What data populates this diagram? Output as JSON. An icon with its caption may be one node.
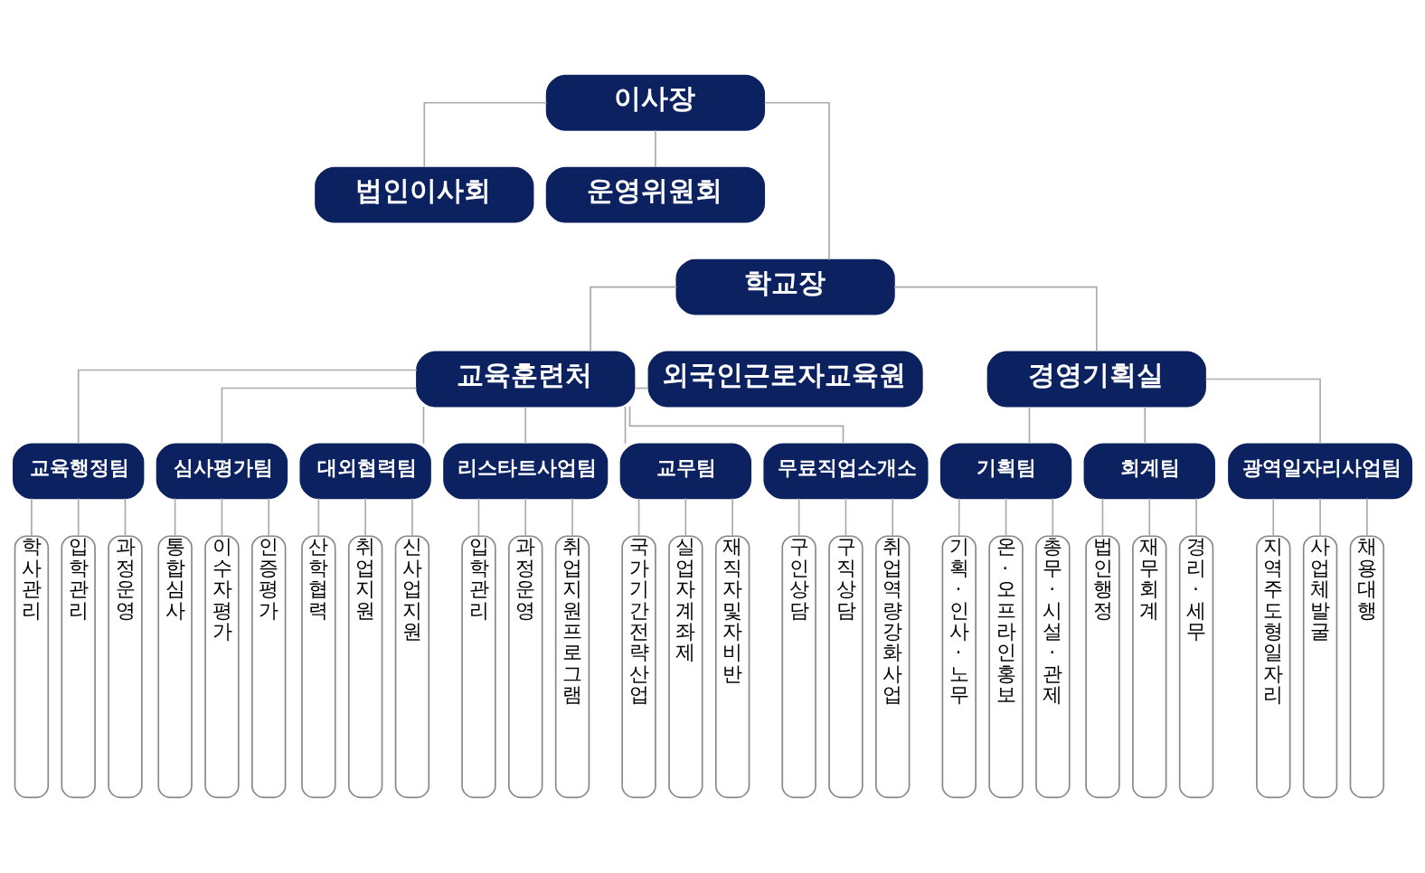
{
  "diagram": {
    "nodes": [
      {
        "text": [
          "이사장"
        ]
      },
      {
        "text": [
          "법인이사회"
        ]
      },
      {
        "text": [
          "운영위원회"
        ]
      },
      {
        "text": [
          "학교장"
        ]
      },
      {
        "text": [
          "외국인근로자교육원"
        ]
      },
      {
        "text": [
          "교육훈련처"
        ]
      },
      {
        "text": [
          "경영기획실"
        ]
      },
      {
        "text": [
          "교육행정팀"
        ]
      },
      {
        "text": [
          "심사평가팀"
        ]
      },
      {
        "text": [
          "대외협력팀"
        ]
      },
      {
        "text": [
          "리스타트사업팀"
        ]
      },
      {
        "text": [
          "교무팀"
        ]
      },
      {
        "text": [
          "무료직업소개소"
        ]
      },
      {
        "text": [
          "기획팀"
        ]
      },
      {
        "text": [
          "회계팀"
        ]
      },
      {
        "text": [
          "광역일자리사업팀"
        ]
      },
      {
        "text": [
          "학사관리"
        ]
      },
      {
        "text": [
          "입학관리"
        ]
      },
      {
        "text": [
          "과정운영"
        ]
      },
      {
        "text": [
          "통합심사"
        ]
      },
      {
        "text": [
          "이수자평가"
        ]
      },
      {
        "text": [
          "인증평가"
        ]
      },
      {
        "text": [
          "산학협력"
        ]
      },
      {
        "text": [
          "취업지원"
        ]
      },
      {
        "text": [
          "신사업지원"
        ]
      },
      {
        "text": [
          "입학관리"
        ]
      },
      {
        "text": [
          "과정운영"
        ]
      },
      {
        "text": [
          "취업지원프로그램"
        ]
      },
      {
        "text": [
          "국가기간전략산업"
        ]
      },
      {
        "text": [
          "실업자계좌제"
        ]
      },
      {
        "text": [
          "재직자및자비반"
        ]
      },
      {
        "text": [
          "구인상담"
        ]
      },
      {
        "text": [
          "구직상담"
        ]
      },
      {
        "text": [
          "취업역량강화사업"
        ]
      },
      {
        "text": [
          "기획·인사·노무"
        ]
      },
      {
        "text": [
          "온·오프라인홍보"
        ]
      },
      {
        "text": [
          "총무·시설·관제"
        ]
      },
      {
        "text": [
          "법인행정"
        ]
      },
      {
        "text": [
          "재무회계"
        ]
      },
      {
        "text": [
          "경리·세무"
        ]
      },
      {
        "text": [
          "지역주도형일자리"
        ]
      },
      {
        "text": [
          "사업체발굴"
        ]
      },
      {
        "text": [
          "채용대행"
        ]
      }
    ],
    "edges": [
      {
        "from": 0,
        "to": 1,
        "arrow": "none"
      },
      {
        "from": 0,
        "to": 2,
        "arrow": "none"
      },
      {
        "from": 0,
        "to": 3,
        "arrow": "none"
      },
      {
        "from": 3,
        "to": 5,
        "arrow": "none"
      },
      {
        "from": 3,
        "to": 6,
        "arrow": "none"
      },
      {
        "from": 5,
        "to": 4,
        "arrow": "none"
      },
      {
        "from": 5,
        "to": 7,
        "arrow": "none"
      },
      {
        "from": 5,
        "to": 8,
        "arrow": "none"
      },
      {
        "from": 5,
        "to": 9,
        "arrow": "none"
      },
      {
        "from": 5,
        "to": 10,
        "arrow": "none"
      },
      {
        "from": 5,
        "to": 11,
        "arrow": "none"
      },
      {
        "from": 5,
        "to": 12,
        "arrow": "none"
      },
      {
        "from": 6,
        "to": 13,
        "arrow": "none"
      },
      {
        "from": 6,
        "to": 14,
        "arrow": "none"
      },
      {
        "from": 6,
        "to": 15,
        "arrow": "none"
      },
      {
        "from": 7,
        "to": 16,
        "arrow": "none"
      },
      {
        "from": 7,
        "to": 17,
        "arrow": "none"
      },
      {
        "from": 7,
        "to": 18,
        "arrow": "none"
      },
      {
        "from": 8,
        "to": 19,
        "arrow": "none"
      },
      {
        "from": 8,
        "to": 20,
        "arrow": "none"
      },
      {
        "from": 8,
        "to": 21,
        "arrow": "none"
      },
      {
        "from": 9,
        "to": 22,
        "arrow": "none"
      },
      {
        "from": 9,
        "to": 23,
        "arrow": "none"
      },
      {
        "from": 9,
        "to": 24,
        "arrow": "none"
      },
      {
        "from": 10,
        "to": 25,
        "arrow": "none"
      },
      {
        "from": 10,
        "to": 26,
        "arrow": "none"
      },
      {
        "from": 10,
        "to": 27,
        "arrow": "none"
      },
      {
        "from": 11,
        "to": 28,
        "arrow": "none"
      },
      {
        "from": 11,
        "to": 29,
        "arrow": "none"
      },
      {
        "from": 11,
        "to": 30,
        "arrow": "none"
      },
      {
        "from": 12,
        "to": 31,
        "arrow": "none"
      },
      {
        "from": 12,
        "to": 32,
        "arrow": "none"
      },
      {
        "from": 12,
        "to": 33,
        "arrow": "none"
      },
      {
        "from": 13,
        "to": 34,
        "arrow": "none"
      },
      {
        "from": 13,
        "to": 35,
        "arrow": "none"
      },
      {
        "from": 13,
        "to": 36,
        "arrow": "none"
      },
      {
        "from": 14,
        "to": 37,
        "arrow": "none"
      },
      {
        "from": 14,
        "to": 38,
        "arrow": "none"
      },
      {
        "from": 14,
        "to": 39,
        "arrow": "none"
      },
      {
        "from": 15,
        "to": 40,
        "arrow": "none"
      },
      {
        "from": 15,
        "to": 41,
        "arrow": "none"
      },
      {
        "from": 15,
        "to": 42,
        "arrow": "none"
      }
    ]
  }
}
